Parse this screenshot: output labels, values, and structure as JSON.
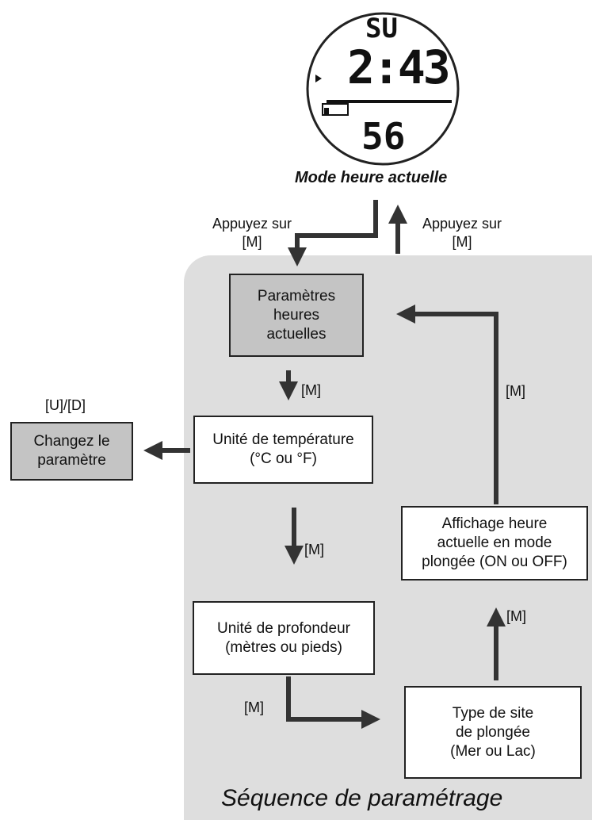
{
  "watch": {
    "day": "SU",
    "time": "2:43",
    "seconds": "56"
  },
  "caption": "Mode heure actuelle",
  "labels": {
    "press_left": "Appuyez sur\n[M]",
    "press_right": "Appuyez sur\n[M]",
    "m1": "[M]",
    "m2": "[M]",
    "m3": "[M]",
    "m4": "[M]",
    "m5": "[M]",
    "ud": "[U]/[D]"
  },
  "boxes": {
    "current_time_settings": "Paramètres\nheures\nactuelles",
    "change_setting": "Changez le\nparamètre",
    "temperature_unit": "Unité de température\n(°C ou °F)",
    "depth_unit": "Unité de profondeur\n(mètres ou pieds)",
    "dive_site_type": "Type de site\nde plongée\n(Mer ou Lac)",
    "dive_time_display": "Affichage heure\nactuelle en mode\nplongée (ON ou OFF)"
  },
  "title": "Séquence de paramétrage"
}
